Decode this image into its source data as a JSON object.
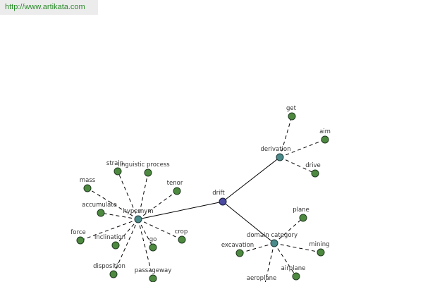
{
  "watermark": "http://www.artikata.com",
  "colors": {
    "leaf": "#4d8a40",
    "hub": "#4a8a8a",
    "center": "#4a4aa0",
    "watermark_text": "#2a8a2a"
  },
  "graph": {
    "center": {
      "id": "drift",
      "label": "drift"
    },
    "hubs": [
      {
        "id": "hypernym",
        "label": "hypernym"
      },
      {
        "id": "derivation",
        "label": "derivation"
      },
      {
        "id": "domain_category",
        "label": "domain category"
      }
    ],
    "leaves": [
      {
        "id": "get",
        "label": "get",
        "hub": "derivation"
      },
      {
        "id": "aim",
        "label": "aim",
        "hub": "derivation"
      },
      {
        "id": "drive",
        "label": "drive",
        "hub": "derivation"
      },
      {
        "id": "plane",
        "label": "plane",
        "hub": "domain_category"
      },
      {
        "id": "mining",
        "label": "mining",
        "hub": "domain_category"
      },
      {
        "id": "airplane",
        "label": "airplane",
        "hub": "domain_category"
      },
      {
        "id": "aeroplane",
        "label": "aeroplane",
        "hub": "domain_category"
      },
      {
        "id": "excavation",
        "label": "excavation",
        "hub": "domain_category"
      },
      {
        "id": "strain",
        "label": "strain",
        "hub": "hypernym"
      },
      {
        "id": "linguistic_process",
        "label": "linguistic process",
        "hub": "hypernym"
      },
      {
        "id": "tenor",
        "label": "tenor",
        "hub": "hypernym"
      },
      {
        "id": "mass",
        "label": "mass",
        "hub": "hypernym"
      },
      {
        "id": "accumulate",
        "label": "accumulate",
        "hub": "hypernym"
      },
      {
        "id": "force",
        "label": "force",
        "hub": "hypernym"
      },
      {
        "id": "inclination",
        "label": "inclination",
        "hub": "hypernym"
      },
      {
        "id": "go",
        "label": "go",
        "hub": "hypernym"
      },
      {
        "id": "crop",
        "label": "crop",
        "hub": "hypernym"
      },
      {
        "id": "disposition",
        "label": "disposition",
        "hub": "hypernym"
      },
      {
        "id": "passageway",
        "label": "passageway",
        "hub": "hypernym"
      }
    ]
  }
}
